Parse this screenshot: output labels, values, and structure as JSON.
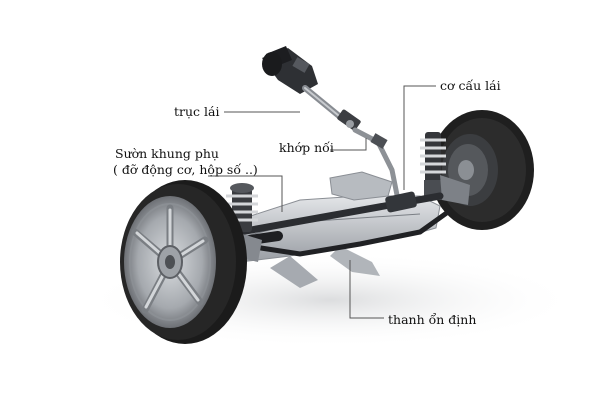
{
  "labels": {
    "steering_shaft": "trục lái",
    "universal_joint": "khớp nối",
    "steering_gear": "cơ cấu lái",
    "subframe_line1": "Sườn khung phụ",
    "subframe_line2": "( đỡ động cơ, hộp số ..)",
    "stabilizer_bar": "thanh ổn định"
  },
  "colors": {
    "tire": "#222222",
    "rim": "#a9adb2",
    "metal": "#c4c7cc",
    "dark_metal": "#3a3d42",
    "leader_line": "#555555"
  }
}
